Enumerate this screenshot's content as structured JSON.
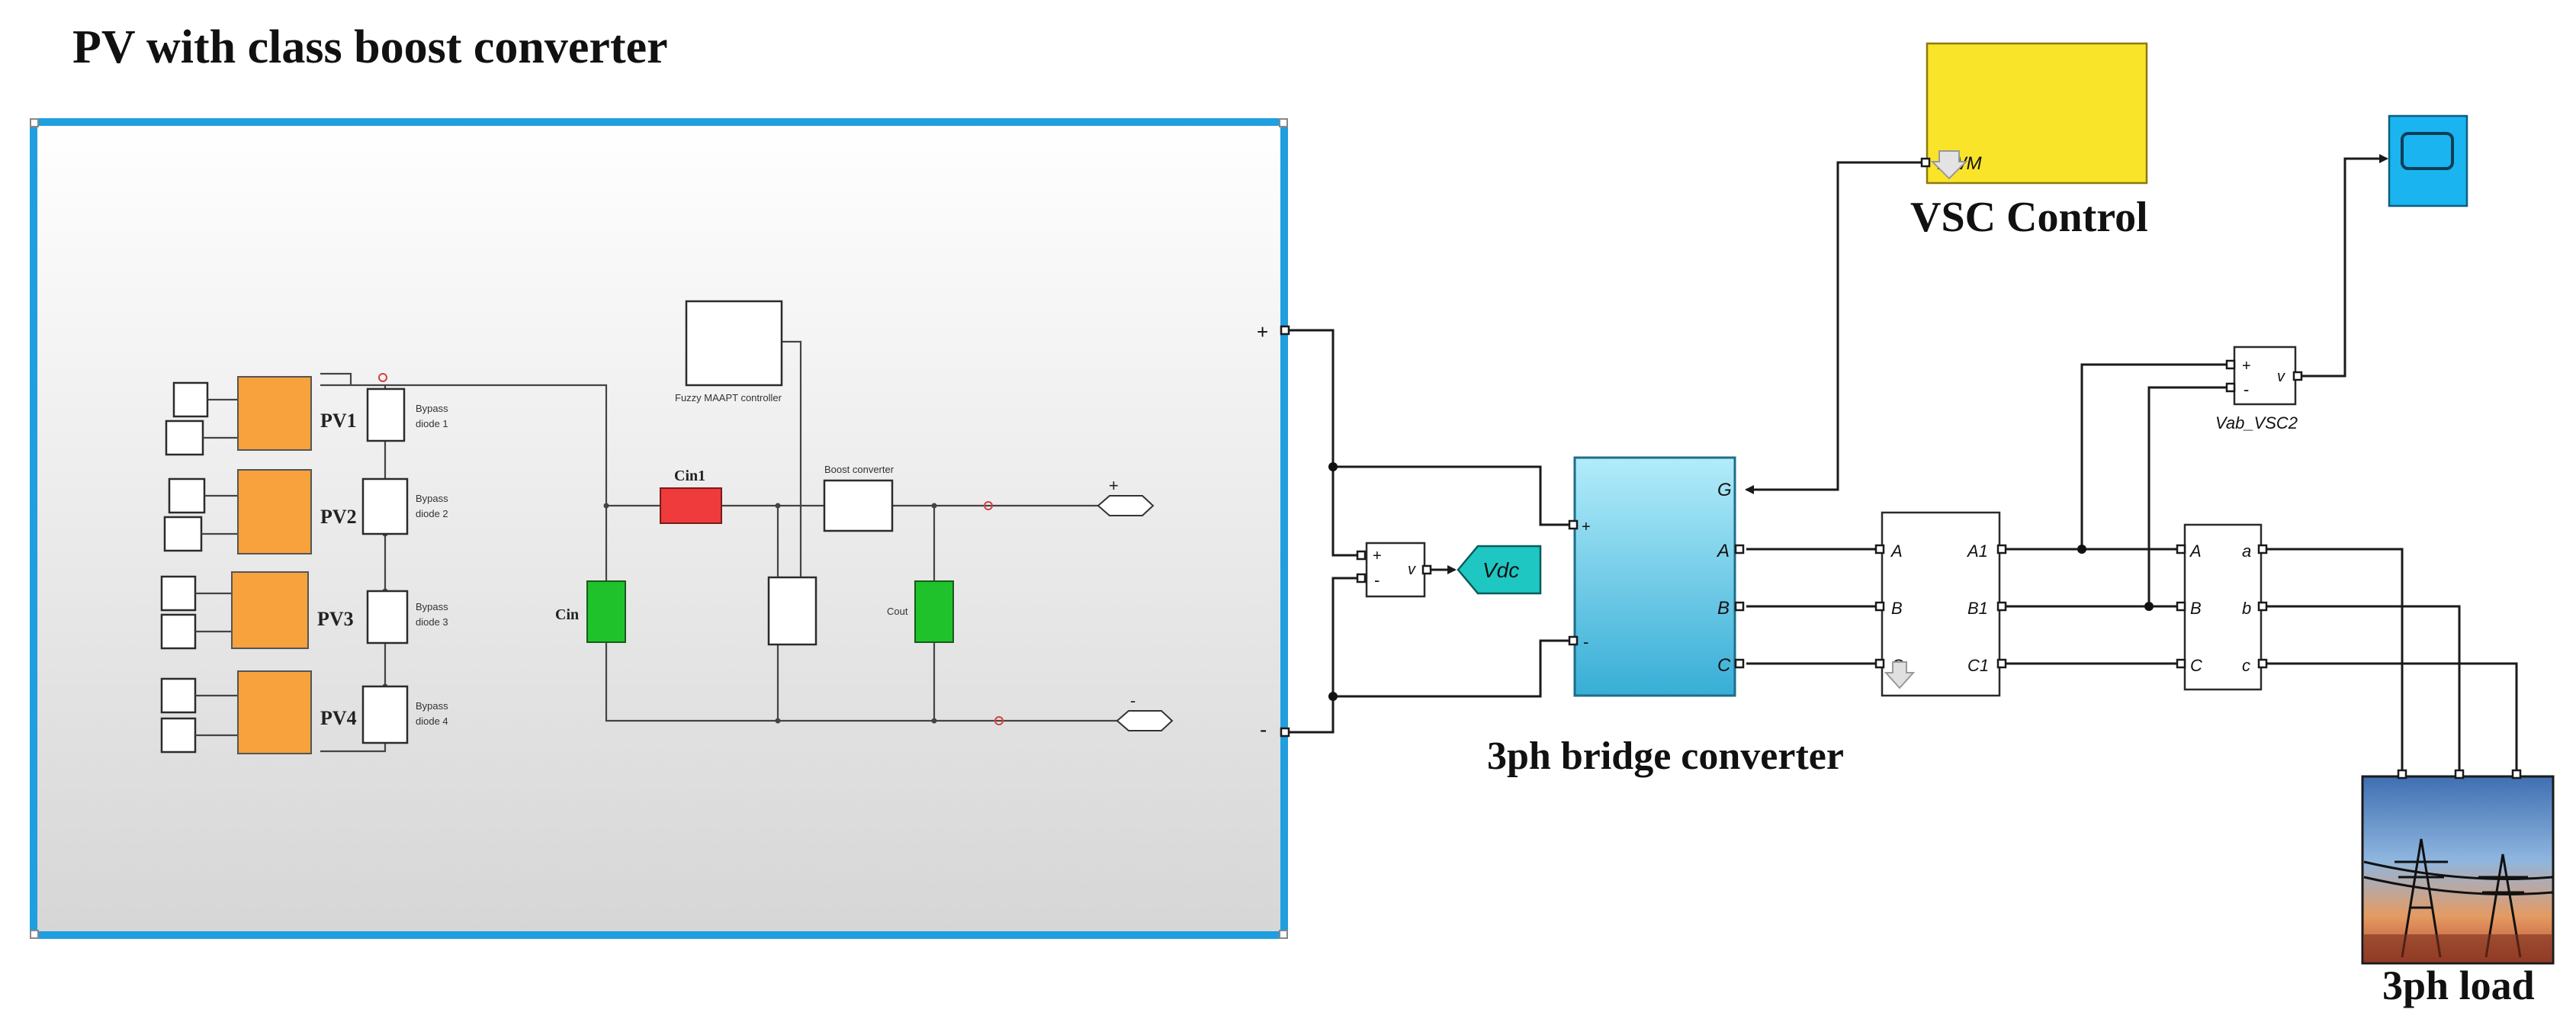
{
  "diagram": {
    "title": "PV with class boost converter",
    "subsystem": {
      "pv_labels": [
        "PV1",
        "PV2",
        "PV3",
        "PV4"
      ],
      "bypass_labels": [
        [
          "Bypass",
          "diode 1"
        ],
        [
          "Bypass",
          "diode 2"
        ],
        [
          "Bypass",
          "diode 3"
        ],
        [
          "Bypass",
          "diode 4"
        ]
      ],
      "mppt_label": "Fuzzy MAAPT controller",
      "boost_label": "Boost converter",
      "cin1_label": "Cin1",
      "cin_label": "Cin",
      "cout_label": "Cout",
      "out_plus": "+",
      "out_minus": "-"
    },
    "subsystem_ports": {
      "plus": "+",
      "minus": "-"
    },
    "voltmeter1": {
      "in_plus": "+",
      "in_minus": "-",
      "out": "v"
    },
    "vdc_label": "Vdc",
    "bridge": {
      "caption": "3ph bridge converter",
      "ports": [
        "G",
        "A",
        "B",
        "C"
      ],
      "dc_plus": "+",
      "dc_minus": "-"
    },
    "vsc": {
      "label": "VSC Control",
      "port": "PWM"
    },
    "transformer1": {
      "inputs": [
        "A",
        "B",
        "C"
      ],
      "outputs": [
        "A1",
        "B1",
        "C1"
      ]
    },
    "measurement": {
      "inputs": [
        "A",
        "B",
        "C"
      ],
      "outputs": [
        "a",
        "b",
        "c"
      ]
    },
    "voltmeter2": {
      "in_plus": "+",
      "in_minus": "-",
      "out": "v",
      "label": "Vab_VSC2"
    },
    "load_label": "3ph load",
    "colors": {
      "pv_orange": "#f7a23c",
      "cin1_red": "#ef3b3b",
      "cap_green": "#1fc22b",
      "vdc_teal": "#1fc7c3",
      "bridge_blue": "#55c6e6",
      "vsc_yellow": "#f9e42a",
      "scope_blue": "#1ab4f0",
      "subsystem_border": "#1f9ee0"
    }
  }
}
